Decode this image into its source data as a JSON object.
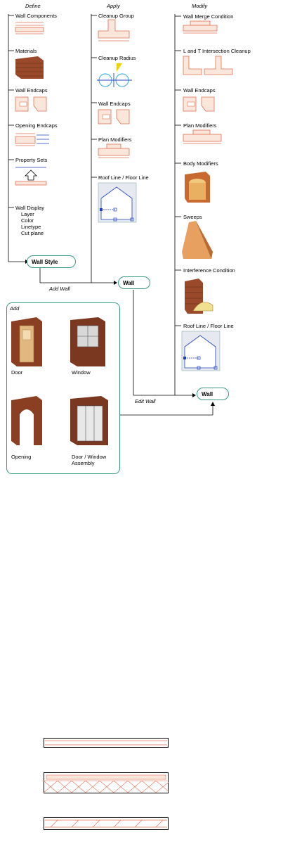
{
  "headers": {
    "define": "Define",
    "apply": "Apply",
    "modify": "Modify"
  },
  "define": {
    "wall_components": "Wall Components",
    "materials": "Materials",
    "wall_endcaps": "Wall Endcaps",
    "opening_endcaps": "Opening Endcaps",
    "property_sets": "Property Sets",
    "wall_display": "Wall Display",
    "display_items": [
      "Layer",
      "Color",
      "Linetype",
      "Cut plane"
    ]
  },
  "apply": {
    "cleanup_group": "Cleanup Group",
    "cleanup_radius": "Cleanup Radius",
    "wall_endcaps": "Wall Endcaps",
    "plan_modifiers": "Plan Modifiers",
    "roof_floor_line": "Roof Line / Floor Line"
  },
  "modify": {
    "merge_condition": "Wall Merge Condition",
    "intersection_cleanup": "L and T Intersection Cleanup",
    "wall_endcaps": "Wall Endcaps",
    "plan_modifiers": "Plan Modifiers",
    "body_modifiers": "Body Modifiers",
    "sweeps": "Sweeps",
    "interference": "Interference Condition",
    "roof_floor_line": "Roof Line / Floor Line"
  },
  "nodes": {
    "wall_style": "Wall Style",
    "wall_1": "Wall",
    "wall_2": "Wall"
  },
  "edges": {
    "add_wall": "Add Wall",
    "edit_wall": "Edit Wall"
  },
  "add_panel": {
    "title": "Add",
    "items": [
      "Door",
      "Window",
      "Opening",
      "Door / Window\nAssembly"
    ]
  },
  "colors": {
    "hatch": "#e07050",
    "node_border": "#3a9a8a",
    "brick": "#9a4a2a",
    "blue": "#2040c0"
  }
}
